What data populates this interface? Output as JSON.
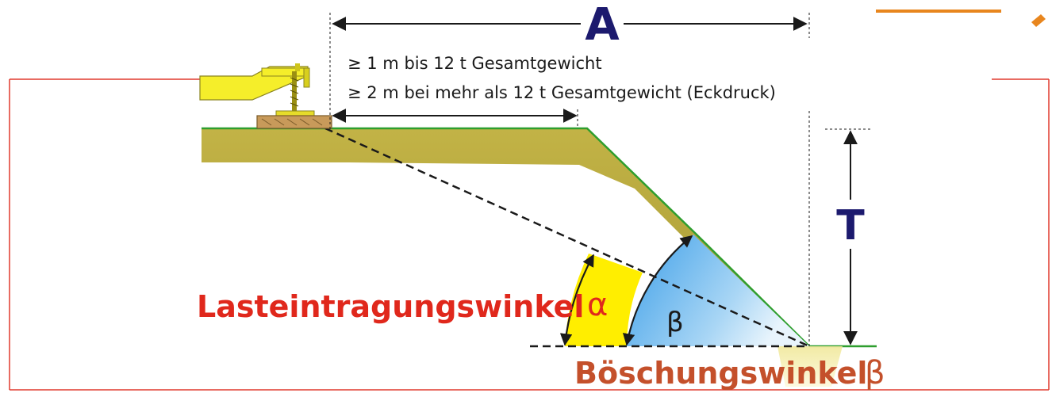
{
  "dimension_A": {
    "label": "A"
  },
  "dimension_T": {
    "label": "T"
  },
  "distance_rules": [
    {
      "text": "≥ 1 m bis 12 t Gesamtgewicht"
    },
    {
      "text": "≥ 2 m bei mehr als 12 t Gesamtgewicht (Eckdruck)"
    }
  ],
  "load_angle": {
    "label": "Lasteintragungswinkel",
    "symbol": "α"
  },
  "slope_angle": {
    "label": "Böschungswinkel",
    "symbol": "β"
  },
  "angle_beta_inner": {
    "symbol": "β"
  },
  "colors": {
    "ground": "#b8a93e",
    "ground_edge": "#2e9e2e",
    "alpha_sector": "#ffee00",
    "beta_sector": "#4aa6e8",
    "label_red": "#e0281c",
    "dimension_navy": "#1c1a6e",
    "frame_red": "#e03a2e",
    "accent_orange": "#e8861e"
  }
}
